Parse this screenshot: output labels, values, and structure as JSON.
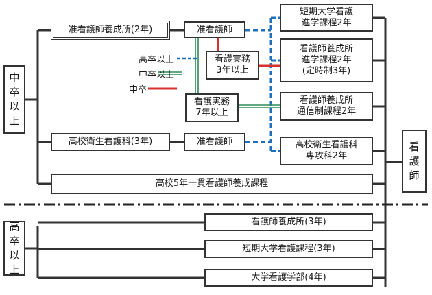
{
  "boxes": {
    "junkango_school": "准看護師養成所(2年)",
    "junkangoshi_1": "准看護師",
    "experience_3yr": "看護実務\n3年以上",
    "experience_7yr": "看護実務\n7年以上",
    "koko_eisei": "高校衛生看護科(3年)",
    "junkangoshi_2": "准看護師",
    "koko_5yr": "高校5年一貫看護師養成課程",
    "tanki_shingaku": "短期大学看護\n進学課程2年",
    "yoseijo_teiji": "看護師養成所\n進学課程2年\n(定時制3年)",
    "yoseijo_tsushin": "看護師養成所\n通信制課程2年",
    "senkoka": "高校衛生看護科\n専攻科2年",
    "yoseijo_3yr": "看護師養成所(3年)",
    "tanki_3yr": "短期大学看護課程(3年)",
    "daigaku_4yr": "大学看護学部(4年)",
    "chusotsu_ijo": "中\n卒\n以\n上",
    "kosotsu_ijo": "高\n卒\n以\n上",
    "kangoshi": "看\n護\n師"
  },
  "legend": [
    {
      "label": "高卒以上",
      "style": "dashed-blue"
    },
    {
      "label": "中卒以上",
      "style": "double-green"
    },
    {
      "label": "中卒",
      "style": "solid-red"
    }
  ],
  "colors": {
    "line": "#333333",
    "blue": "#1f6fbf",
    "green": "#2e8b57",
    "red": "#d63031"
  }
}
